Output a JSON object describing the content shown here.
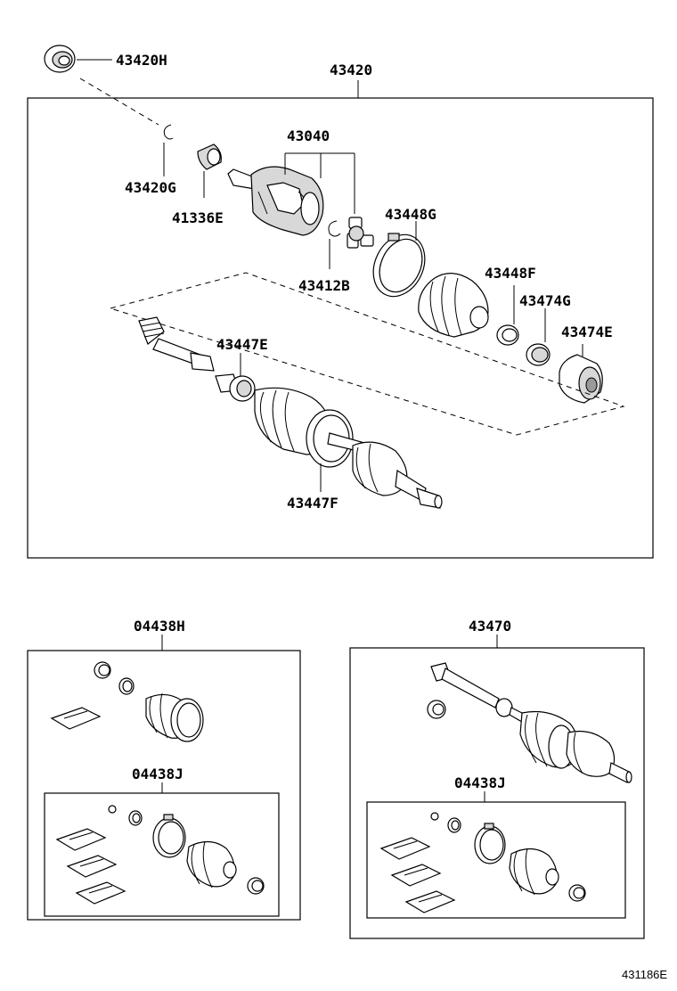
{
  "labels": {
    "l43420H": "43420H",
    "l43420": "43420",
    "l43040": "43040",
    "l43420G": "43420G",
    "l41336E": "41336E",
    "l43448G": "43448G",
    "l43412B": "43412B",
    "l43448F": "43448F",
    "l43474G": "43474G",
    "l43474E": "43474E",
    "l43447E": "43447E",
    "l43447F": "43447F",
    "l04438H": "04438H",
    "l04438J_left": "04438J",
    "l43470": "43470",
    "l04438J_right": "04438J"
  },
  "diagram_ref": "431186E"
}
